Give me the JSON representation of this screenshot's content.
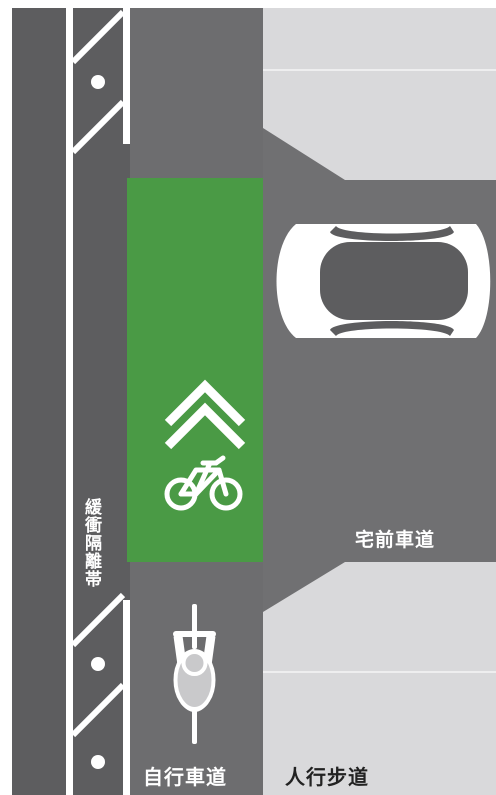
{
  "labels": {
    "buffer_zone": "緩衝隔離帯",
    "driveway": "宅前車道",
    "bike_lane": "自行車道",
    "sidewalk": "人行步道"
  },
  "colors": {
    "road_dark": "#5d5d5f",
    "bike_lane_road": "#6d6d6f",
    "sidewalk": "#d9d9db",
    "driveway": "#707072",
    "bike_lane_green": "#4a9a45",
    "marking": "#ffffff"
  },
  "icons": {
    "direction_arrow": "double-chevron-up-icon",
    "bicycle_symbol": "bicycle-icon",
    "car": "car-top-view-icon",
    "cyclist": "cyclist-top-view-icon"
  }
}
